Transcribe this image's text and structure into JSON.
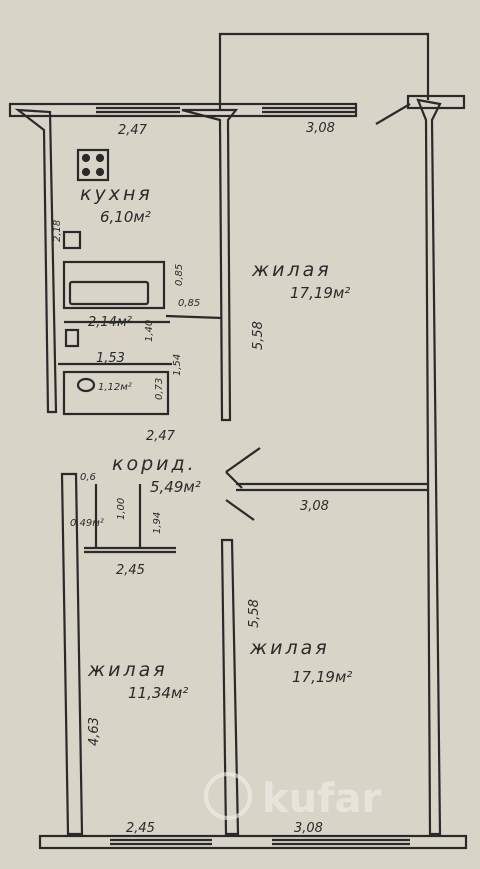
{
  "rooms": {
    "kitchen": {
      "name": "кухня",
      "area": "6,10м²"
    },
    "living_top": {
      "name": "жилая",
      "area": "17,19м²"
    },
    "living_bottom_right": {
      "name": "жилая",
      "area": "17,19м²"
    },
    "living_bottom_left": {
      "name": "жилая",
      "area": "11,34м²"
    },
    "corridor": {
      "name": "корид.",
      "area": "5,49м²"
    },
    "bathroom": {
      "area": "2,14м²"
    },
    "toilet": {
      "area": "1,12м²"
    },
    "closet": {
      "area": "0,49м²"
    }
  },
  "dims": {
    "top_left": "2,47",
    "top_right": "3,08",
    "kitchen_side": "2,18",
    "bath_h": "0,85",
    "bath_h2": "0,85",
    "bath_w": "1,40",
    "mid_h": "5,58",
    "w153": "1,53",
    "h154": "1,54",
    "h073": "0,73",
    "corr_w": "2,47",
    "d06": "0,6",
    "d100": "1,00",
    "d194": "1,94",
    "mid_right": "3,08",
    "w245": "2,45",
    "lower_h": "5,58",
    "left_h": "4,63",
    "bottom_left": "2,45",
    "bottom_right": "3,08"
  },
  "watermark": "kufar"
}
